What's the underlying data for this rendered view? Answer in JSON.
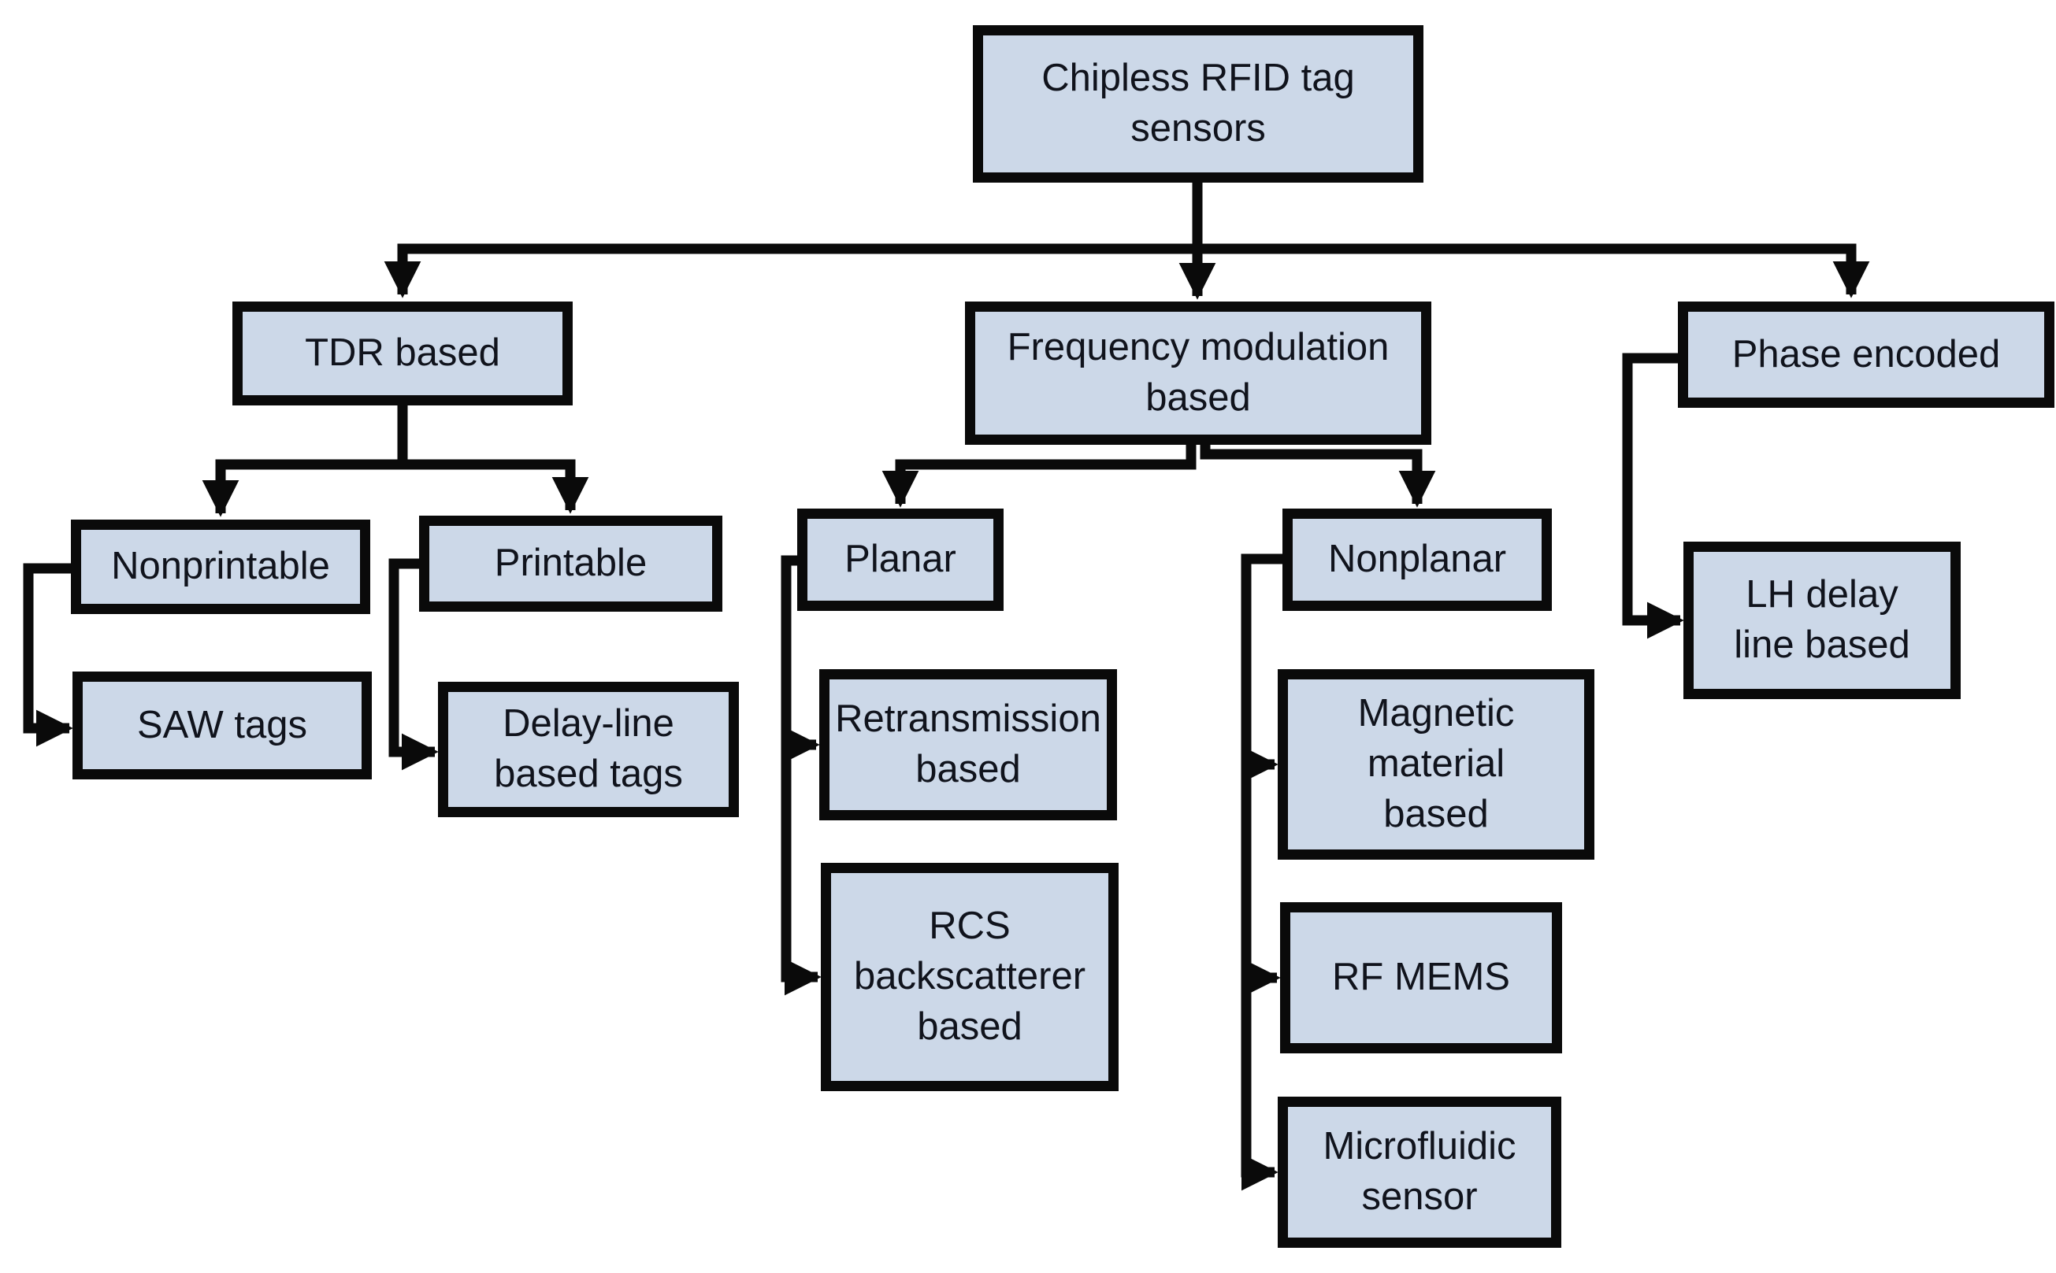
{
  "figure": {
    "type": "flowchart",
    "background": "#ffffff",
    "node_fill": "#ccd8e8",
    "node_border_color": "#0a0a0a",
    "text_color": "#10131c"
  },
  "tree": {
    "label": "Chipless RFID tag\nsensors",
    "children": [
      {
        "label": "TDR based",
        "children": [
          {
            "label": "Nonprintable",
            "children": [
              {
                "label": "SAW tags"
              }
            ]
          },
          {
            "label": "Printable",
            "children": [
              {
                "label": "Delay-line\nbased tags"
              }
            ]
          }
        ]
      },
      {
        "label": "Frequency modulation\nbased",
        "children": [
          {
            "label": "Planar",
            "children": [
              {
                "label": "Retransmission\nbased"
              },
              {
                "label": "RCS\nbackscatterer\nbased"
              }
            ]
          },
          {
            "label": "Nonplanar",
            "children": [
              {
                "label": "Magnetic\nmaterial\nbased"
              },
              {
                "label": "RF MEMS"
              },
              {
                "label": "Microfluidic\nsensor"
              }
            ]
          }
        ]
      },
      {
        "label": "Phase encoded",
        "children": [
          {
            "label": "LH delay\nline based"
          }
        ]
      }
    ]
  }
}
